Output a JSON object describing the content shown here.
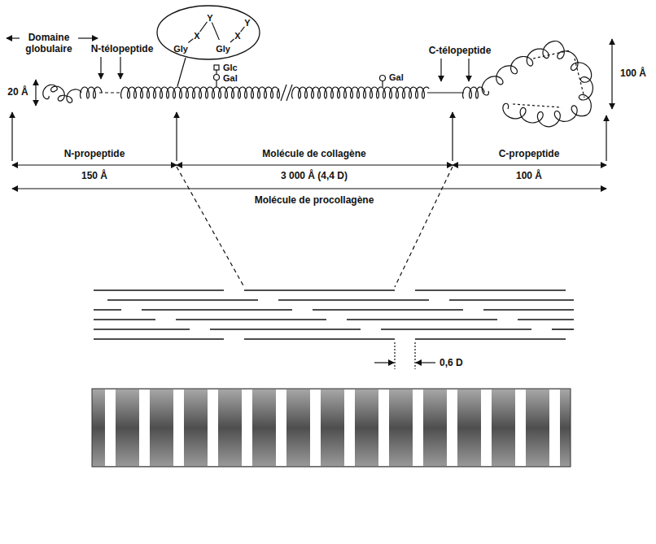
{
  "diagram": {
    "nodes": [
      {
        "text": [
          "Gly",
          "X",
          "Y",
          "Gly",
          "X",
          "Y"
        ]
      }
    ],
    "labels": [
      "Domaine globulaire",
      "N-télopeptide",
      "C-télopeptide",
      "20 Å",
      "100 Å",
      "Glc",
      "Gal",
      "Gal",
      "N-propeptide",
      "Molécule de collagène",
      "C-propeptide",
      "150 Å",
      "3 000 Å (4,4 D)",
      "100 Å",
      "Molécule de procollagène",
      "0,6 D"
    ]
  }
}
